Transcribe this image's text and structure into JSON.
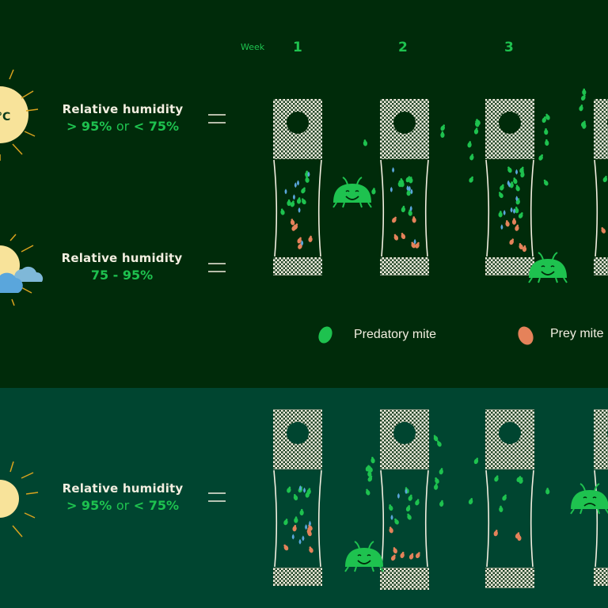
{
  "header": {
    "week_label": "Week",
    "weeks": [
      "1",
      "2",
      "3"
    ]
  },
  "rows": [
    {
      "temp_unit": "°C",
      "humidity_label": "Relative humidity",
      "gt": "> 95%",
      "or": "or",
      "lt": "< 75%",
      "weather": "sun-hot"
    },
    {
      "humidity_label": "Relative humidity",
      "range": "75 - 95%",
      "weather": "sun-cloud"
    },
    {
      "humidity_label": "Relative humidity",
      "gt": "> 95%",
      "or": "or",
      "lt": "< 75%",
      "weather": "sun-hot"
    }
  ],
  "legend": {
    "predatory": "Predatory mite",
    "prey": "Prey mite"
  },
  "colors": {
    "top_bg": "#002b0a",
    "bottom_bg": "#004530",
    "predatory": "#1ec24f",
    "prey": "#e5825a",
    "drop": "#5aa6dc",
    "sun": "#f8e39a",
    "ray": "#d9a31e",
    "cream": "#f2eee0"
  }
}
